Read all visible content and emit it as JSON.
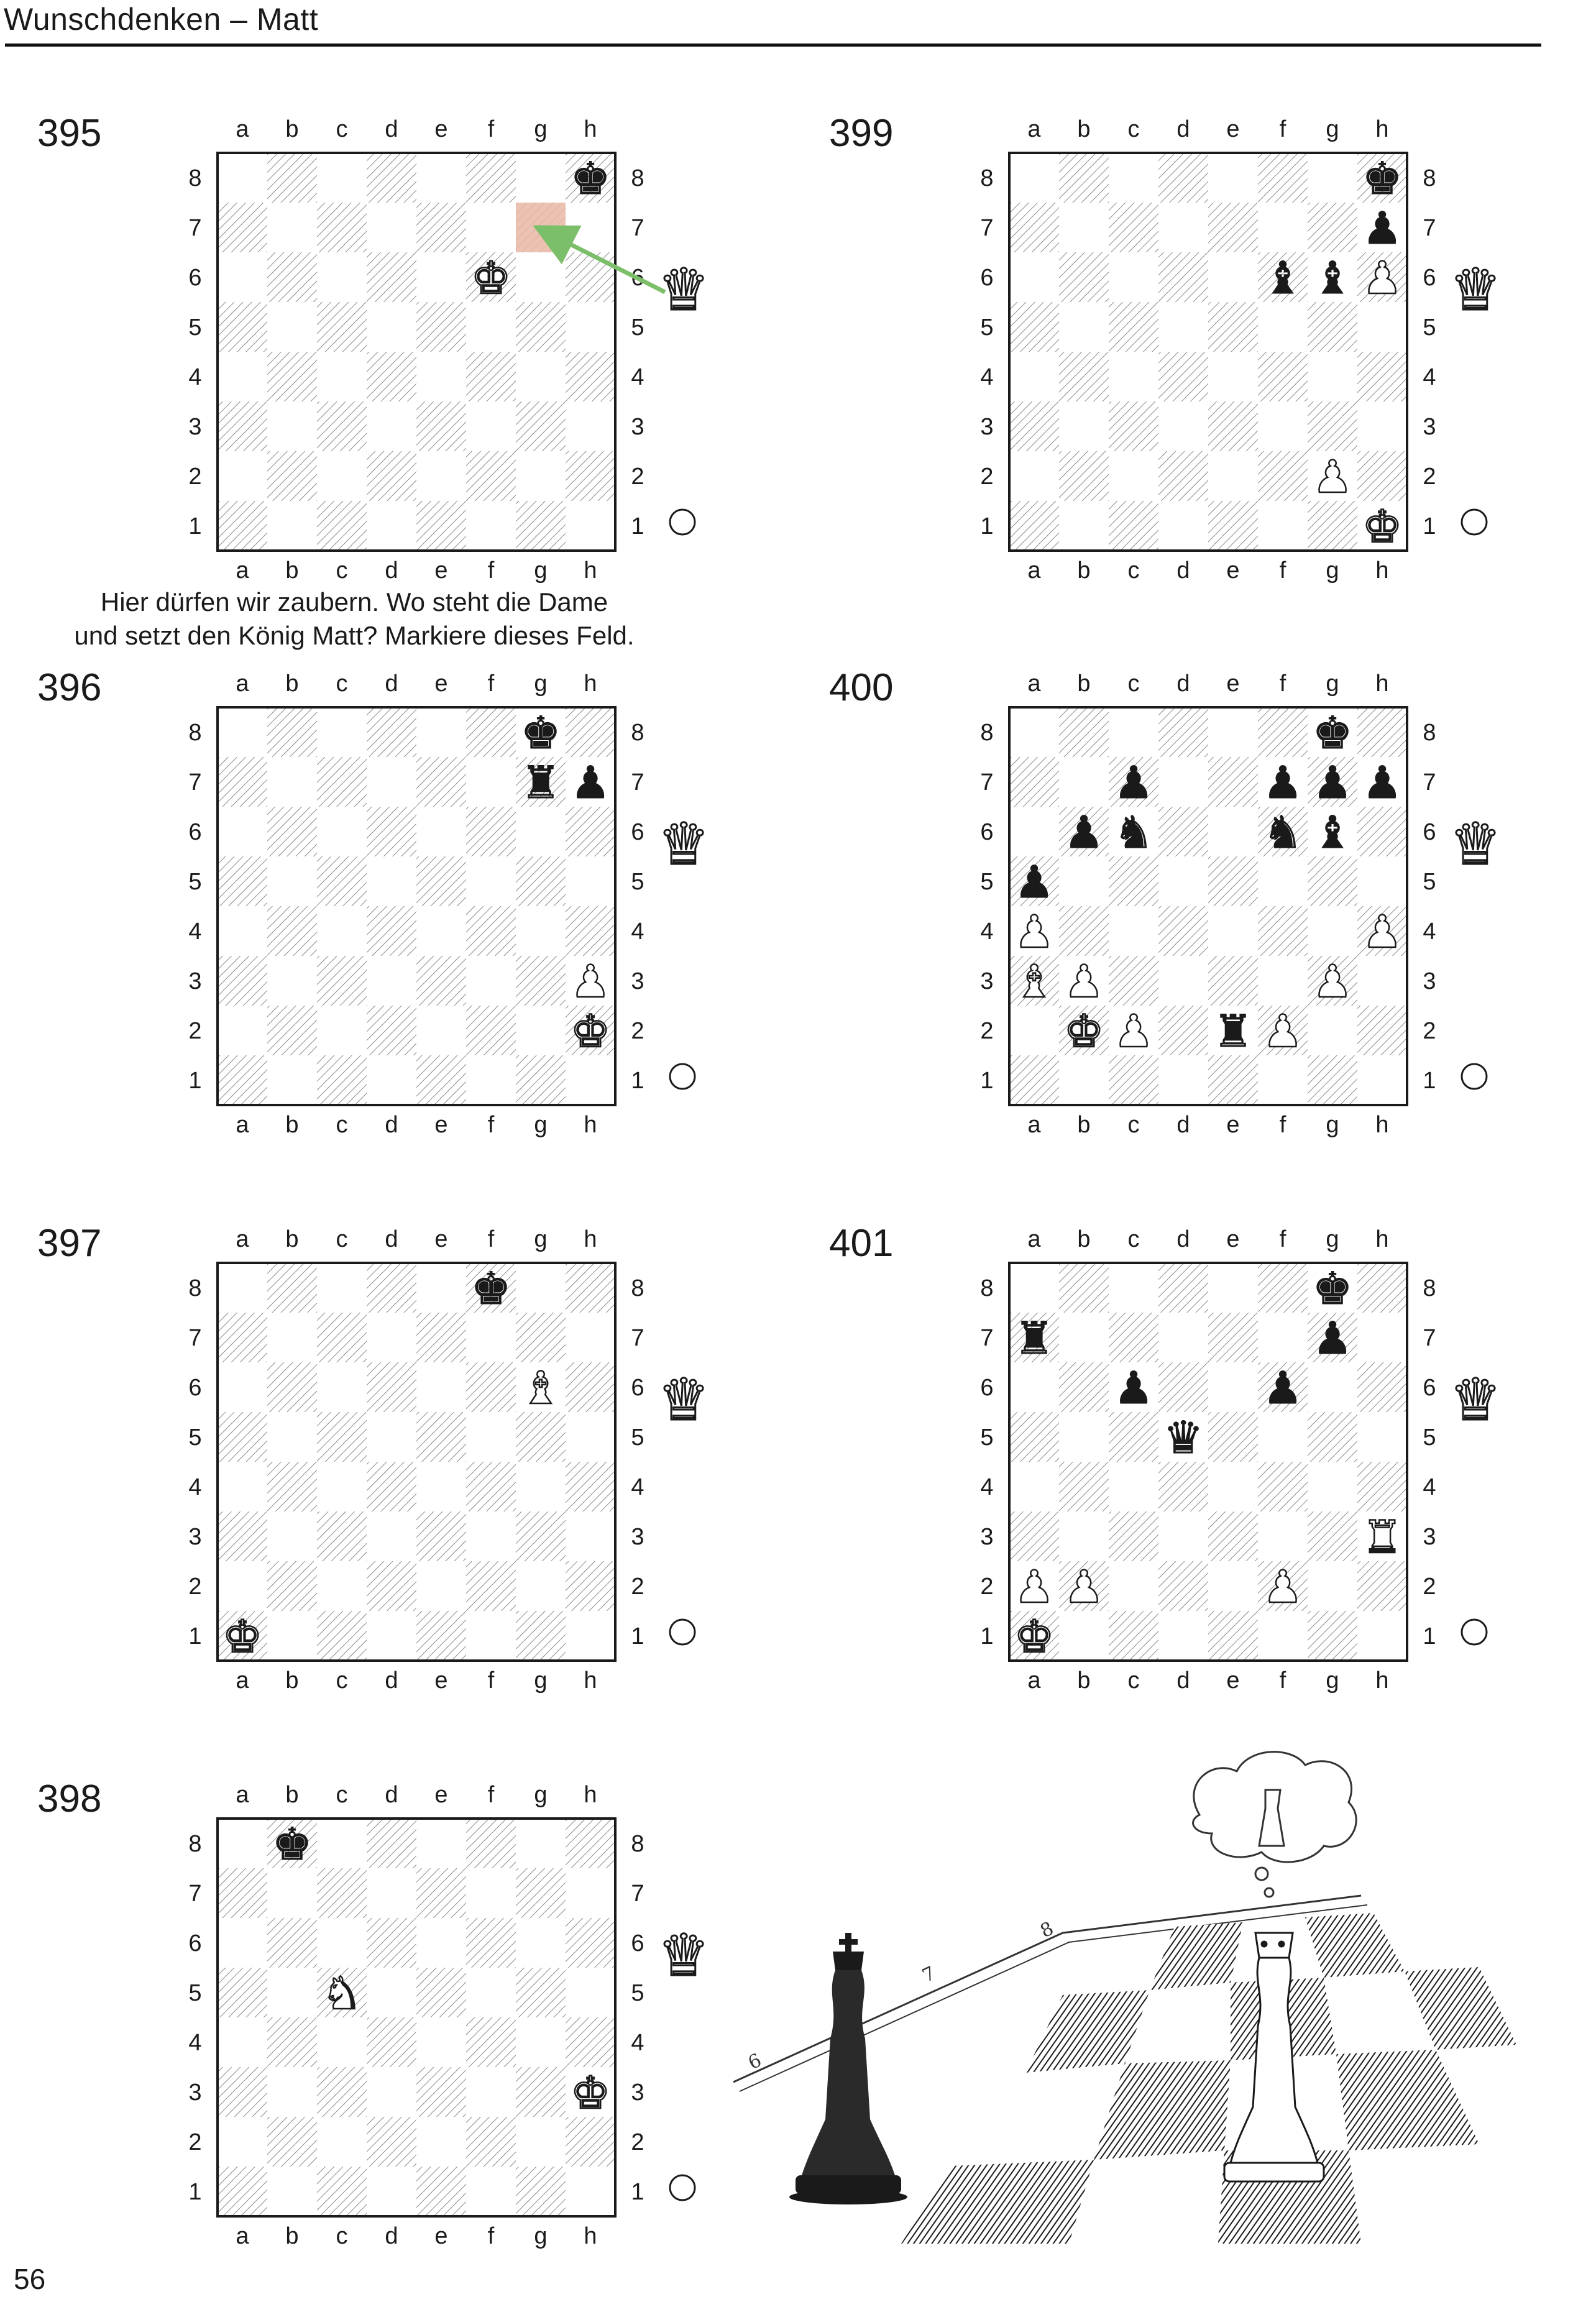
{
  "header": {
    "title": "Wunschdenken – Matt"
  },
  "page_number": "56",
  "files": [
    "a",
    "b",
    "c",
    "d",
    "e",
    "f",
    "g",
    "h"
  ],
  "ranks": [
    "8",
    "7",
    "6",
    "5",
    "4",
    "3",
    "2",
    "1"
  ],
  "caption": {
    "line1": "Hier dürfen wir zaubern. Wo steht die Dame",
    "line2": "und setzt den König Matt? Markiere dieses Feld."
  },
  "diagrams": [
    {
      "number": "395",
      "side_piece": "white-queen",
      "to_move": "white",
      "highlight": "g7",
      "arrow": {
        "to": "g7"
      },
      "pieces": [
        {
          "sq": "h8",
          "p": "k"
        },
        {
          "sq": "f6",
          "p": "K"
        }
      ]
    },
    {
      "number": "396",
      "side_piece": "white-queen",
      "to_move": "white",
      "pieces": [
        {
          "sq": "g8",
          "p": "k"
        },
        {
          "sq": "g7",
          "p": "r"
        },
        {
          "sq": "h7",
          "p": "p"
        },
        {
          "sq": "h3",
          "p": "P"
        },
        {
          "sq": "h2",
          "p": "K"
        }
      ]
    },
    {
      "number": "397",
      "side_piece": "white-queen",
      "to_move": "white",
      "pieces": [
        {
          "sq": "f8",
          "p": "k"
        },
        {
          "sq": "g6",
          "p": "B"
        },
        {
          "sq": "a1",
          "p": "K"
        }
      ]
    },
    {
      "number": "398",
      "side_piece": "white-queen",
      "to_move": "white",
      "pieces": [
        {
          "sq": "b8",
          "p": "k"
        },
        {
          "sq": "c5",
          "p": "N"
        },
        {
          "sq": "h3",
          "p": "K"
        }
      ]
    },
    {
      "number": "399",
      "side_piece": "white-queen",
      "to_move": "white",
      "pieces": [
        {
          "sq": "h8",
          "p": "k"
        },
        {
          "sq": "h7",
          "p": "p"
        },
        {
          "sq": "f6",
          "p": "b"
        },
        {
          "sq": "g6",
          "p": "b"
        },
        {
          "sq": "h6",
          "p": "P"
        },
        {
          "sq": "g2",
          "p": "P"
        },
        {
          "sq": "h1",
          "p": "K"
        }
      ]
    },
    {
      "number": "400",
      "side_piece": "white-queen",
      "to_move": "white",
      "pieces": [
        {
          "sq": "g8",
          "p": "k"
        },
        {
          "sq": "c7",
          "p": "p"
        },
        {
          "sq": "f7",
          "p": "p"
        },
        {
          "sq": "g7",
          "p": "p"
        },
        {
          "sq": "h7",
          "p": "p"
        },
        {
          "sq": "b6",
          "p": "p"
        },
        {
          "sq": "c6",
          "p": "n"
        },
        {
          "sq": "f6",
          "p": "n"
        },
        {
          "sq": "g6",
          "p": "b"
        },
        {
          "sq": "a5",
          "p": "p"
        },
        {
          "sq": "a4",
          "p": "P"
        },
        {
          "sq": "h4",
          "p": "P"
        },
        {
          "sq": "a3",
          "p": "B"
        },
        {
          "sq": "b3",
          "p": "P"
        },
        {
          "sq": "g3",
          "p": "P"
        },
        {
          "sq": "b2",
          "p": "K"
        },
        {
          "sq": "c2",
          "p": "P"
        },
        {
          "sq": "e2",
          "p": "r"
        },
        {
          "sq": "f2",
          "p": "P"
        }
      ]
    },
    {
      "number": "401",
      "side_piece": "white-queen",
      "to_move": "white",
      "pieces": [
        {
          "sq": "g8",
          "p": "k"
        },
        {
          "sq": "a7",
          "p": "r"
        },
        {
          "sq": "g7",
          "p": "p"
        },
        {
          "sq": "c6",
          "p": "p"
        },
        {
          "sq": "f6",
          "p": "p"
        },
        {
          "sq": "d5",
          "p": "q"
        },
        {
          "sq": "h3",
          "p": "R"
        },
        {
          "sq": "a2",
          "p": "P"
        },
        {
          "sq": "b2",
          "p": "P"
        },
        {
          "sq": "f2",
          "p": "P"
        },
        {
          "sq": "a1",
          "p": "K"
        }
      ]
    }
  ],
  "illustration": {
    "label": "chess-cartoon-illustration",
    "rank_marks": [
      "8",
      "7",
      "6"
    ]
  },
  "colors": {
    "highlight": "#e9b9a4",
    "arrow": "#7cbf6a",
    "ink": "#1a1a1a"
  }
}
